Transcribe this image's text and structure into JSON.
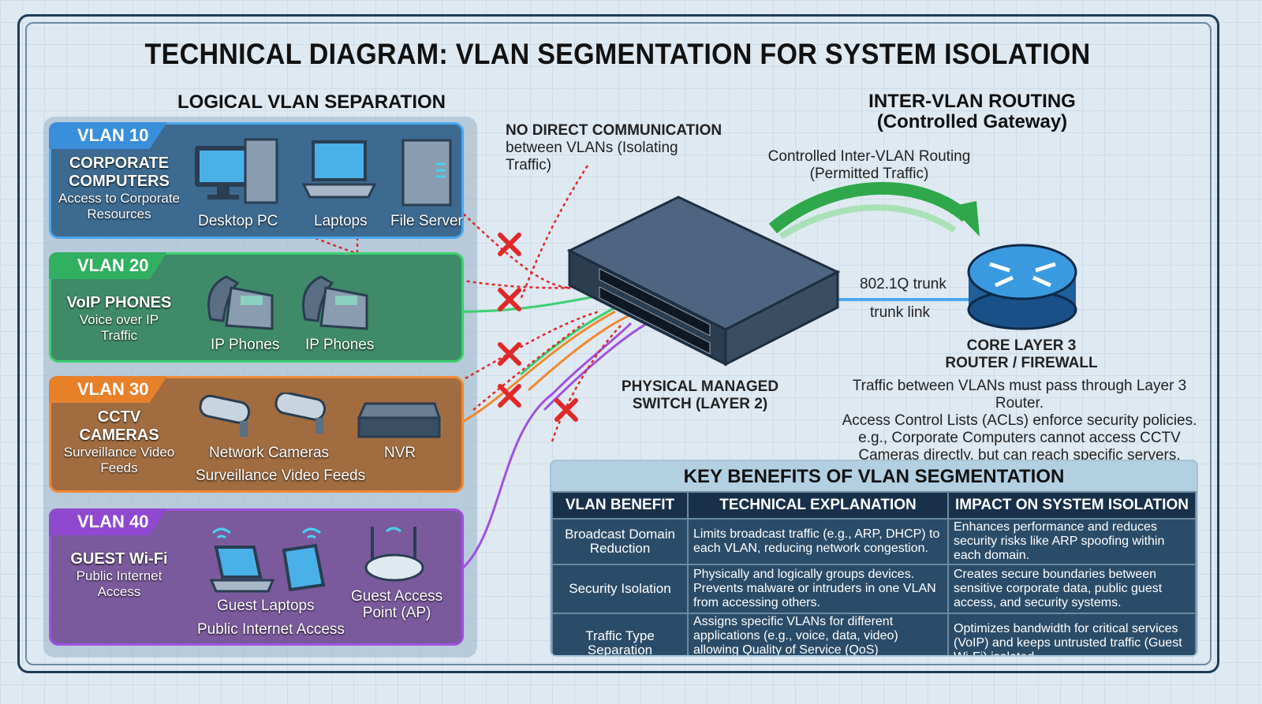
{
  "title": "TECHNICAL DIAGRAM: VLAN SEGMENTATION FOR SYSTEM ISOLATION",
  "logical_heading": "LOGICAL VLAN SEPARATION",
  "routing_heading": {
    "line1": "INTER-VLAN ROUTING",
    "line2": "(Controlled Gateway)"
  },
  "no_direct": {
    "line1": "NO DIRECT COMMUNICATION",
    "line2": "between VLANs (Isolating",
    "line3": "Traffic)"
  },
  "controlled": {
    "line1": "Controlled Inter-VLAN Routing",
    "line2": "(Permitted Traffic)"
  },
  "trunk": {
    "label1": "802.1Q trunk",
    "label2": "trunk link"
  },
  "switch_label": {
    "line1": "PHYSICAL MANAGED",
    "line2": "SWITCH (LAYER 2)"
  },
  "router_label": {
    "line1": "CORE LAYER 3",
    "line2": "ROUTER / FIREWALL"
  },
  "router_desc": {
    "line1": "Traffic between VLANs must pass through Layer 3 Router.",
    "line2": "Access Control Lists (ACLs) enforce security policies.",
    "line3": "e.g., Corporate Computers cannot access CCTV",
    "line4": "Cameras directly, but can reach specific servers."
  },
  "colors": {
    "vlan10": "#4aa8f0",
    "vlan20": "#3cd070",
    "vlan30": "#f08a30",
    "vlan40": "#a050e0",
    "blocked": "#e02828",
    "permitted": "#30b050"
  },
  "vlans": [
    {
      "tag": "VLAN 10",
      "name1": "CORPORATE",
      "name2": "COMPUTERS",
      "sub1": "Access to Corporate",
      "sub2": "Resources",
      "devices": [
        "Desktop PC",
        "Laptops",
        "File Server"
      ]
    },
    {
      "tag": "VLAN 20",
      "name1": "VoIP PHONES",
      "sub1": "Voice over IP",
      "sub2": "Traffic",
      "devices": [
        "IP Phones",
        "IP Phones"
      ]
    },
    {
      "tag": "VLAN 30",
      "name1": "CCTV",
      "name2": "CAMERAS",
      "sub1": "Surveillance Video",
      "sub2": "Feeds",
      "devices": [
        "Network Cameras",
        "NVR"
      ],
      "devices_sub": "Surveillance Video Feeds"
    },
    {
      "tag": "VLAN 40",
      "name1": "GUEST Wi-Fi",
      "sub1": "Public Internet",
      "sub2": "Access",
      "devices": [
        "Guest Laptops",
        "Guest Access",
        "Point (AP)"
      ],
      "devices_sub": "Public Internet Access"
    }
  ],
  "table": {
    "title": "KEY BENEFITS OF VLAN SEGMENTATION",
    "headers": [
      "VLAN BENEFIT",
      "TECHNICAL EXPLANATION",
      "IMPACT ON SYSTEM ISOLATION"
    ],
    "rows": [
      [
        "Broadcast Domain Reduction",
        "Limits broadcast traffic (e.g., ARP, DHCP) to each VLAN, reducing network congestion.",
        "Enhances performance and reduces security risks like ARP spoofing within each domain."
      ],
      [
        "Security Isolation",
        "Physically and logically groups devices. Prevents malware or intruders in one VLAN from accessing others.",
        "Creates secure boundaries between sensitive corporate data, public guest access, and security systems."
      ],
      [
        "Traffic Type Separation",
        "Assigns specific VLANs for different applications (e.g., voice, data, video) allowing Quality of Service (QoS) implementation.",
        "Optimizes bandwidth for critical services (VoIP) and keeps untrusted traffic (Guest Wi-Fi) isolated."
      ]
    ]
  }
}
